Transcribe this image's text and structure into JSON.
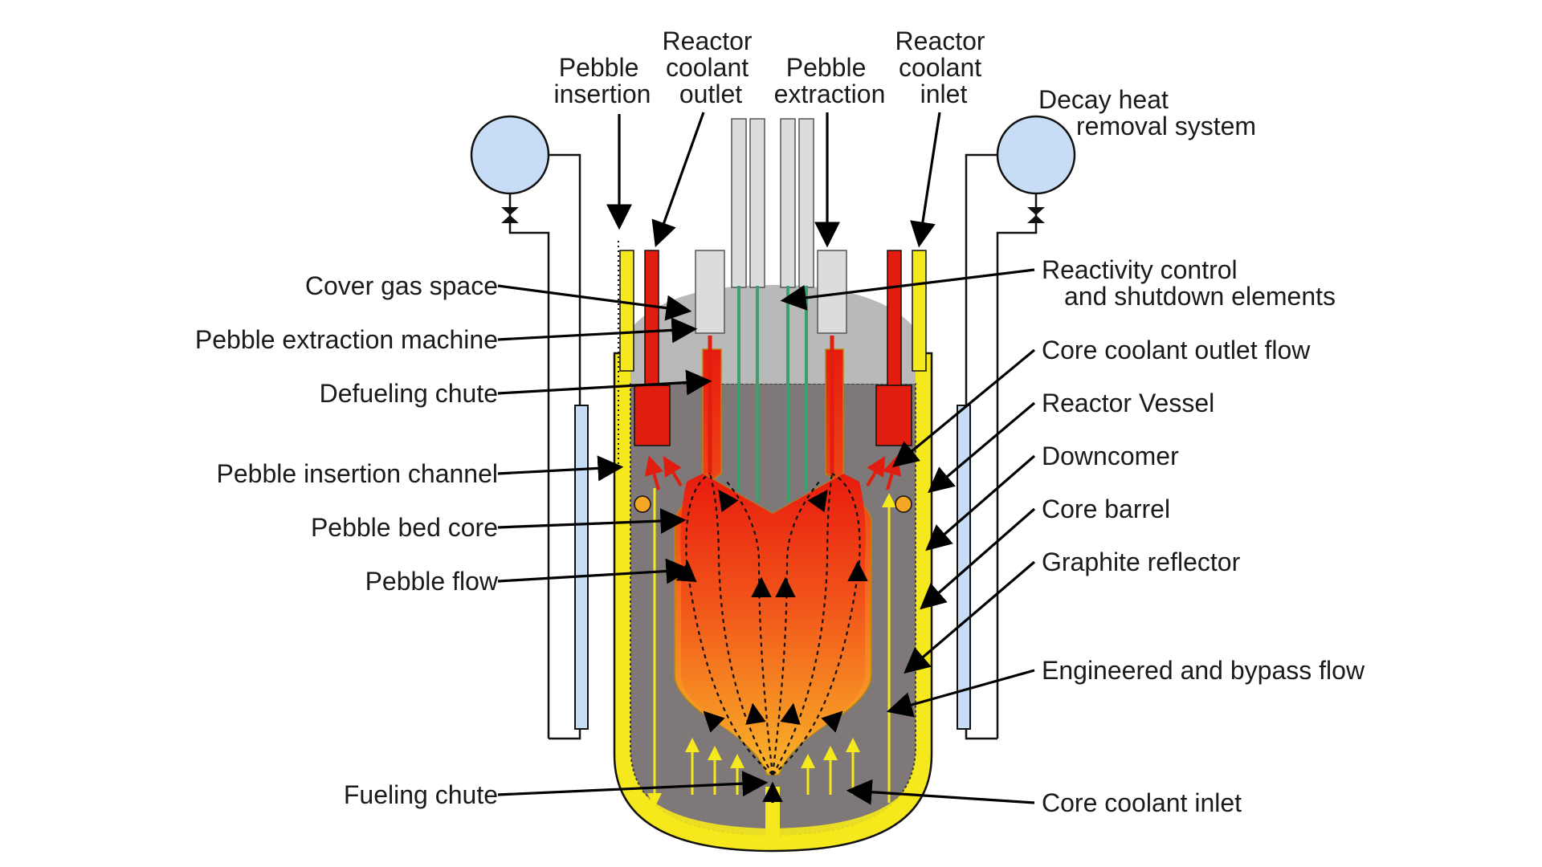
{
  "labels": {
    "top_pebble_insertion": [
      "Pebble",
      "insertion"
    ],
    "top_coolant_outlet": [
      "Reactor",
      "coolant",
      "outlet"
    ],
    "top_pebble_extraction": [
      "Pebble",
      "extraction"
    ],
    "top_coolant_inlet": [
      "Reactor",
      "coolant",
      "inlet"
    ],
    "decay_heat": [
      "Decay heat",
      "removal system"
    ],
    "cover_gas": "Cover gas space",
    "extraction_machine": "Pebble extraction machine",
    "defueling_chute": "Defueling chute",
    "insertion_channel": "Pebble insertion channel",
    "bed_core": "Pebble bed core",
    "pebble_flow": "Pebble flow",
    "fueling_chute": "Fueling chute",
    "reactivity_control": [
      "Reactivity control",
      "and shutdown elements"
    ],
    "core_outlet_flow": "Core coolant outlet flow",
    "reactor_vessel": "Reactor Vessel",
    "downcomer": "Downcomer",
    "core_barrel": "Core barrel",
    "graphite_reflector": "Graphite reflector",
    "bypass_flow": "Engineered and bypass flow",
    "core_inlet": "Core coolant inlet"
  },
  "colors": {
    "coolant_yellow": "#f5e81c",
    "hot_red": "#e11d0f",
    "core_orange": "#f5a623",
    "reflector_gray": "#7e7878",
    "gas_gray": "#b9b9b9",
    "tank_blue": "#c6ddf5",
    "rod_green": "#3c9f6e"
  }
}
